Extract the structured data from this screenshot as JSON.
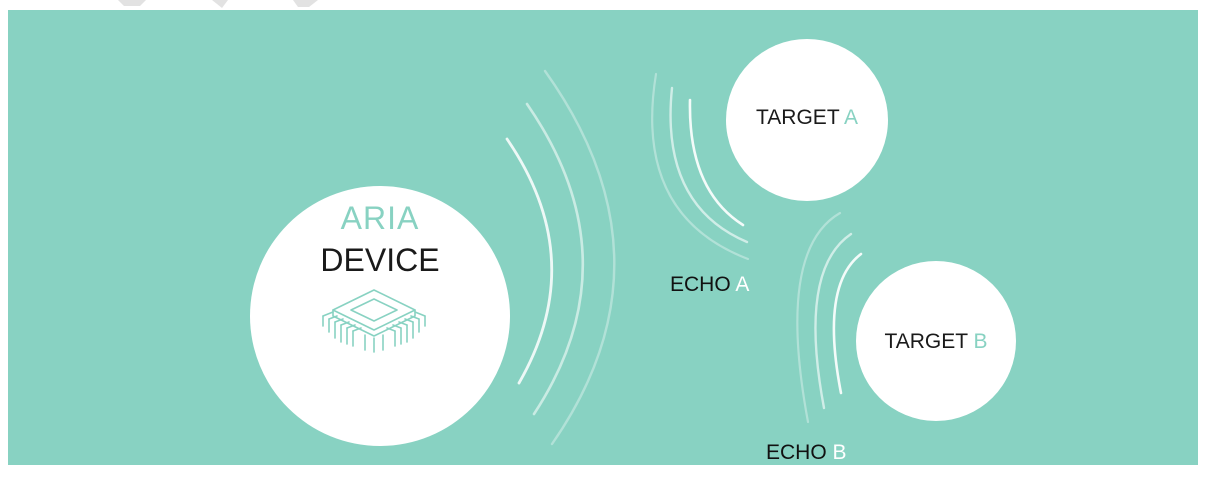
{
  "colors": {
    "panel": "#88d2c2",
    "accent": "#88d2c2",
    "circle": "#ffffff",
    "text": "#1a1a1a",
    "wave": "#ffffff"
  },
  "device": {
    "line1": "ARIA",
    "line2": "DEVICE",
    "icon": "chip-icon"
  },
  "target_a": {
    "word": "TARGET",
    "letter": "A"
  },
  "target_b": {
    "word": "TARGET",
    "letter": "B"
  },
  "echo_a": {
    "word": "ECHO",
    "letter": "A"
  },
  "echo_b": {
    "word": "ECHO",
    "letter": "B"
  }
}
